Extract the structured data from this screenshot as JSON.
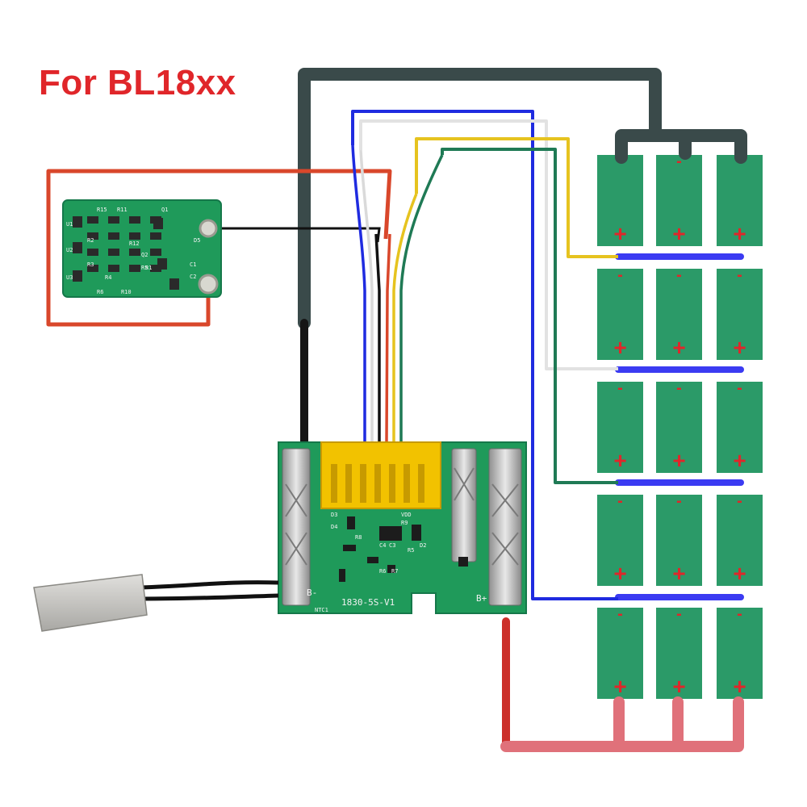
{
  "title": "For BL18xx",
  "main_board": {
    "model": "1830-5S-V1",
    "b_minus": "B-",
    "b_plus": "B+",
    "ntc": "NTC1",
    "labels": [
      "VDD",
      "C3",
      "C4",
      "D2",
      "R5",
      "R6",
      "R7",
      "R8",
      "R9",
      "D3",
      "D4"
    ]
  },
  "small_board": {
    "labels": [
      "R15",
      "R11",
      "Q1",
      "R12",
      "Q2",
      "R5",
      "R6",
      "R10",
      "R1",
      "U1",
      "U2",
      "U3",
      "C1",
      "C2",
      "R2",
      "R3",
      "R4",
      "D5"
    ]
  },
  "cells": {
    "rows": 5,
    "per_row": 3,
    "plus": "+",
    "minus": "-"
  },
  "colors": {
    "title": "#e0262a",
    "pcb": "#1f9a5a",
    "cell": "#2b9a68",
    "wire_black": "#3a4a4a",
    "wire_red": "#d9472b",
    "wire_blue": "#1f2be0",
    "wire_white": "#e6e6e6",
    "wire_yellow": "#e6c31f",
    "wire_green": "#1f7a55",
    "series_link": "#3b3bf2",
    "parallel_pos": "#e0717a",
    "connector_yellow": "#f2c200"
  }
}
